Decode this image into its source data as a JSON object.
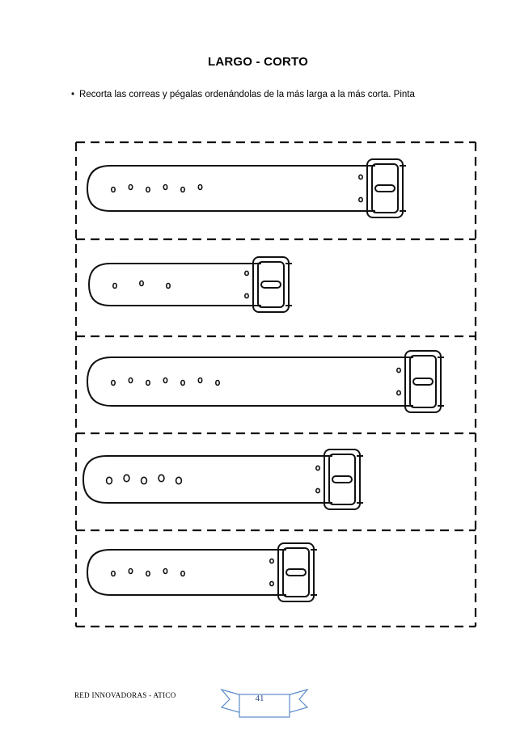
{
  "page": {
    "title": "LARGO - CORTO",
    "instruction": "Recorta las correas y pégalas ordenándolas de la más larga a la más corta. Pinta"
  },
  "footer": {
    "organization": "RED INNOVADORAS -  ATICO",
    "page_number": "41",
    "badge_color": "#5b8bc9"
  },
  "icons": [
    "belt-icon",
    "buckle-icon",
    "scissor-cut-line"
  ],
  "belts": [
    {
      "holes": 6,
      "hole_style": "small"
    },
    {
      "holes": 3,
      "hole_style": "small"
    },
    {
      "holes": 7,
      "hole_style": "small"
    },
    {
      "holes": 5,
      "hole_style": "large"
    },
    {
      "holes": 5,
      "hole_style": "small"
    }
  ]
}
